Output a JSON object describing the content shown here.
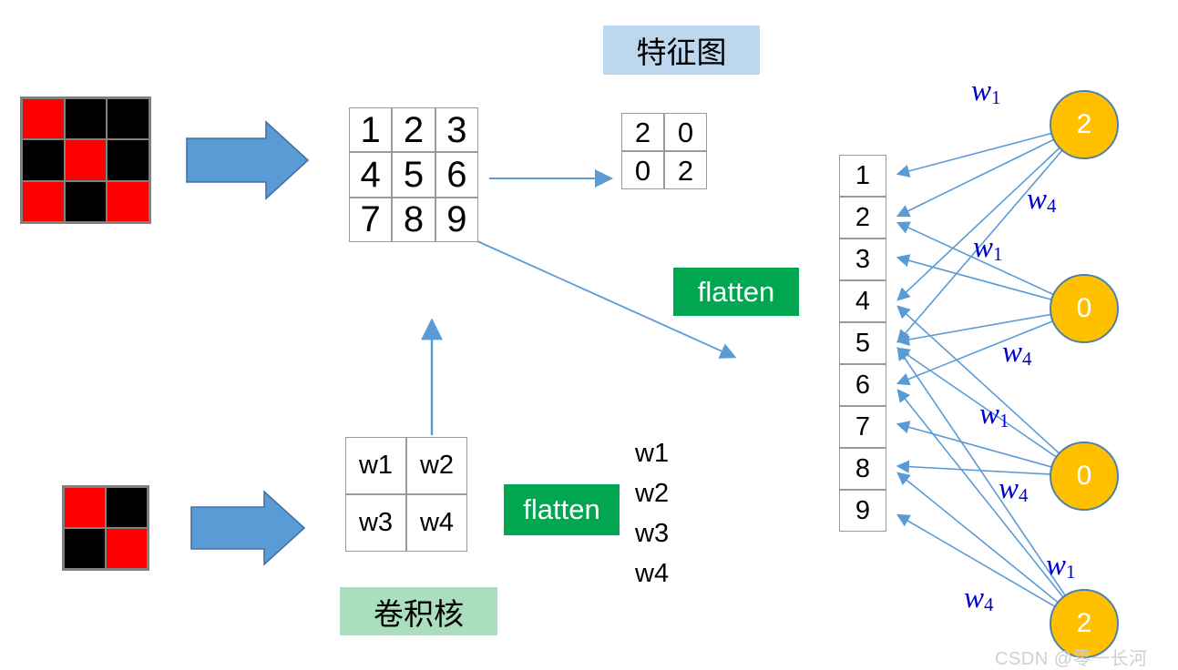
{
  "title_tags": {
    "feature_map": "特征图",
    "kernel": "卷积核"
  },
  "flatten_labels": {
    "top": "flatten",
    "bottom": "flatten"
  },
  "input_image_3x3": {
    "name": "input-image",
    "rows": [
      [
        "red",
        "black",
        "black"
      ],
      [
        "black",
        "red",
        "black"
      ],
      [
        "red",
        "black",
        "red"
      ]
    ]
  },
  "input_image_2x2": {
    "name": "kernel-image",
    "rows": [
      [
        "red",
        "black"
      ],
      [
        "black",
        "red"
      ]
    ]
  },
  "feature_map": {
    "rows": [
      [
        "1",
        "2",
        "3"
      ],
      [
        "4",
        "5",
        "6"
      ],
      [
        "7",
        "8",
        "9"
      ]
    ]
  },
  "pooled_map": {
    "rows": [
      [
        "2",
        "0"
      ],
      [
        "0",
        "2"
      ]
    ]
  },
  "kernel_grid": {
    "rows": [
      [
        "w1",
        "w2"
      ],
      [
        "w3",
        "w4"
      ]
    ]
  },
  "weight_list": [
    "w1",
    "w2",
    "w3",
    "w4"
  ],
  "flattened_column": [
    "1",
    "2",
    "3",
    "4",
    "5",
    "6",
    "7",
    "8",
    "9"
  ],
  "neurons": [
    {
      "label": "2"
    },
    {
      "label": "0"
    },
    {
      "label": "0"
    },
    {
      "label": "2"
    }
  ],
  "weight_labels": [
    {
      "base": "w",
      "sub": "1"
    },
    {
      "base": "w",
      "sub": "4"
    },
    {
      "base": "w",
      "sub": "1"
    },
    {
      "base": "w",
      "sub": "4"
    },
    {
      "base": "w",
      "sub": "1"
    },
    {
      "base": "w",
      "sub": "4"
    },
    {
      "base": "w",
      "sub": "1"
    },
    {
      "base": "w",
      "sub": "4"
    }
  ],
  "colors": {
    "pixel_red": "#ff0000",
    "pixel_black": "#000000",
    "arrow_blue": "#5b9bd5",
    "flatten_green": "#00a650",
    "feature_tag_bg": "#bdd7ee",
    "kernel_tag_bg": "#a9dfbf",
    "neuron_fill": "#ffc000",
    "neuron_stroke": "#4f81a8",
    "weight_text": "#0000cc"
  },
  "watermark": "CSDN @零一长河",
  "connections": {
    "neuron_0_cells": [
      "1",
      "2",
      "4",
      "5"
    ],
    "neuron_1_cells": [
      "2",
      "3",
      "5",
      "6"
    ],
    "neuron_2_cells": [
      "4",
      "5",
      "7",
      "8"
    ],
    "neuron_3_cells": [
      "5",
      "6",
      "8",
      "9"
    ]
  }
}
